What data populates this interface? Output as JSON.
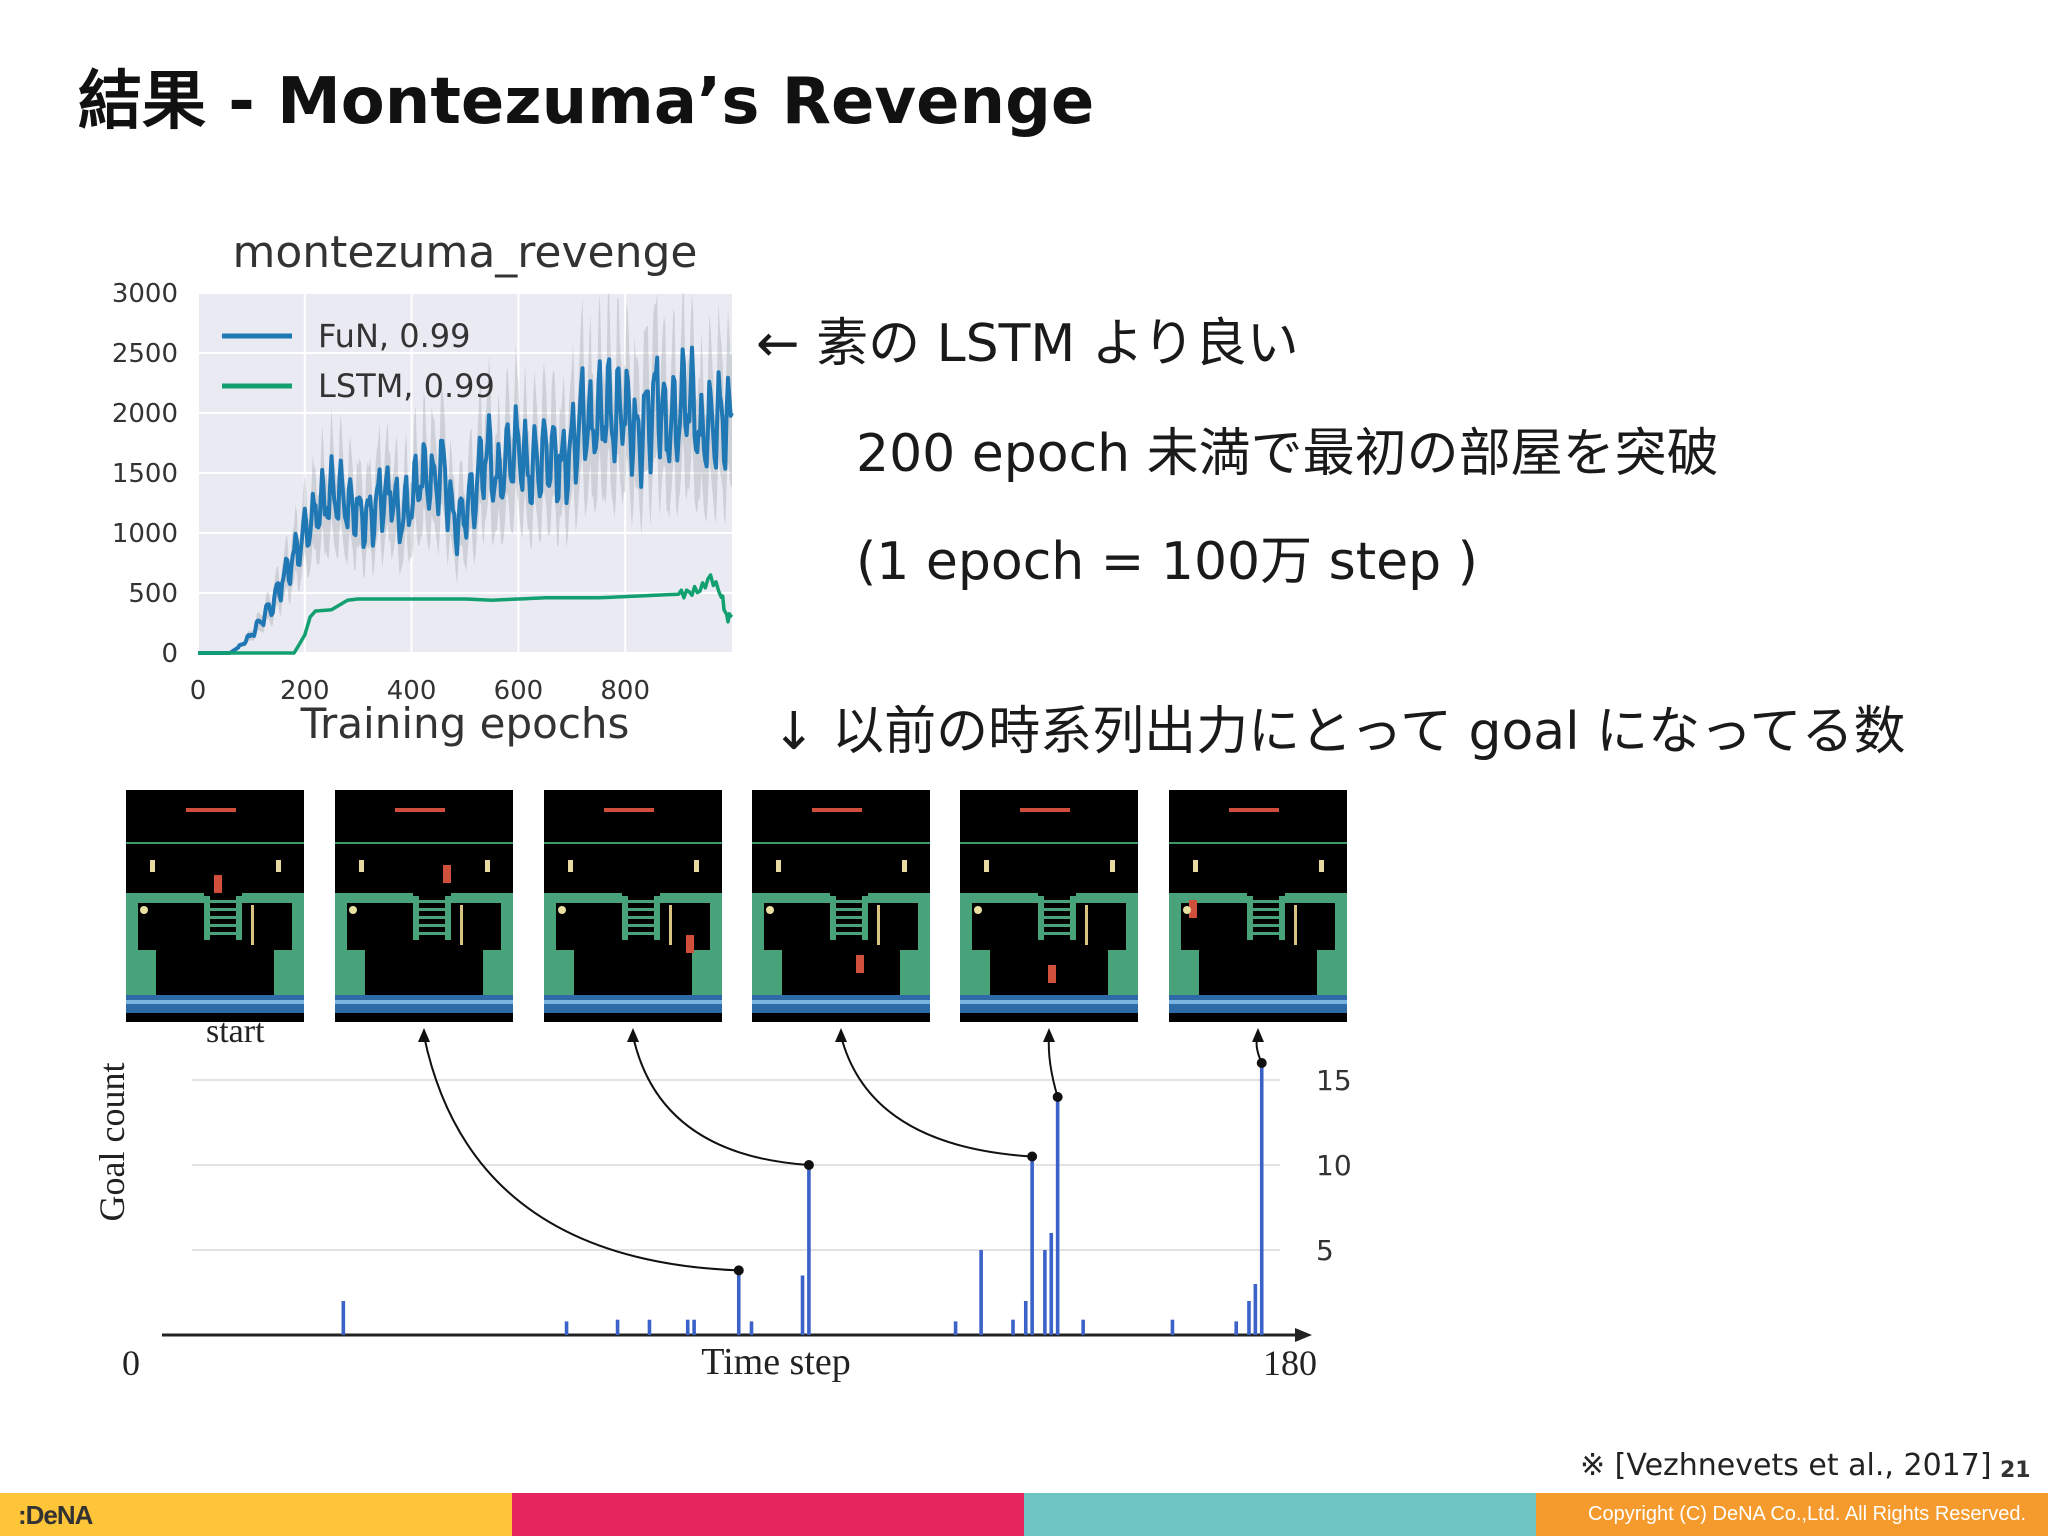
{
  "slide": {
    "title": "結果 - Montezuma’s Revenge",
    "notes": [
      "← 素の LSTM より良い",
      "200 epoch 未満で最初の部屋を突破",
      "(1 epoch = 100万 step )",
      "↓ 以前の時系列出力にとって goal になってる数"
    ],
    "citation": "※ [Vezhnevets et al., 2017]",
    "page_number": "21",
    "logo": ":DeNA",
    "copyright": "Copyright (C) DeNA Co.,Ltd. All Rights Reserved."
  },
  "colors": {
    "fun": "#1f77b4",
    "lstm": "#13a070",
    "goal_bar": "#3a62c8",
    "footer": [
      "#fdc537",
      "#e6255e",
      "#6cc5c0",
      "#f59a2d"
    ]
  },
  "chart_data": [
    {
      "type": "line",
      "title": "montezuma_revenge",
      "xlabel": "Training epochs",
      "ylabel": "",
      "xlim": [
        0,
        1000
      ],
      "ylim": [
        0,
        3000
      ],
      "xticks": [
        0,
        200,
        400,
        600,
        800
      ],
      "yticks": [
        0,
        500,
        1000,
        1500,
        2000,
        2500,
        3000
      ],
      "grid": true,
      "legend": "top-left",
      "series": [
        {
          "name": "FuN, 0.99",
          "color_key": "fun",
          "x": [
            0,
            60,
            80,
            100,
            120,
            140,
            160,
            180,
            200,
            220,
            240,
            260,
            280,
            300,
            320,
            340,
            360,
            380,
            400,
            420,
            440,
            460,
            480,
            500,
            520,
            540,
            560,
            580,
            600,
            620,
            640,
            660,
            680,
            700,
            720,
            740,
            760,
            780,
            800,
            820,
            840,
            860,
            880,
            900,
            920,
            940,
            960,
            980,
            1000
          ],
          "y": [
            0,
            0,
            60,
            150,
            300,
            450,
            650,
            800,
            950,
            1100,
            1250,
            1350,
            1300,
            1200,
            1150,
            1300,
            1350,
            1100,
            1250,
            1450,
            1350,
            1550,
            1100,
            1250,
            1450,
            1700,
            1350,
            1500,
            1650,
            1500,
            1700,
            1800,
            1600,
            1700,
            1900,
            1800,
            2000,
            1950,
            2100,
            1800,
            2000,
            2200,
            1900,
            2000,
            2100,
            1700,
            1800,
            1950,
            2000
          ]
        },
        {
          "name": "LSTM, 0.99",
          "color_key": "lstm",
          "x": [
            0,
            100,
            180,
            200,
            210,
            220,
            250,
            280,
            300,
            320,
            350,
            400,
            450,
            500,
            550,
            600,
            650,
            700,
            750,
            800,
            850,
            900,
            920,
            940,
            960,
            980,
            990,
            1000
          ],
          "y": [
            0,
            0,
            0,
            150,
            300,
            350,
            360,
            440,
            450,
            450,
            450,
            450,
            450,
            450,
            440,
            450,
            460,
            460,
            460,
            470,
            480,
            490,
            510,
            520,
            640,
            480,
            300,
            300
          ]
        }
      ]
    },
    {
      "type": "bar",
      "title": "",
      "xlabel": "Time step",
      "ylabel": "Goal count",
      "xlim": [
        0,
        180
      ],
      "ylim": [
        0,
        15
      ],
      "x_tick_labels": [
        "0",
        "180"
      ],
      "yticks": [
        5,
        10,
        15
      ],
      "grid": true,
      "x": [
        30,
        65,
        73,
        78,
        84,
        85,
        92,
        94,
        102,
        103,
        126,
        130,
        135,
        137,
        138,
        140,
        141,
        142,
        146,
        160,
        170,
        172,
        173,
        174
      ],
      "values": [
        2,
        0.8,
        0.9,
        0.9,
        0.9,
        0.9,
        3.8,
        0.8,
        3.5,
        10,
        0.8,
        5,
        0.9,
        2,
        10.5,
        5,
        6,
        14,
        0.9,
        0.9,
        0.8,
        2,
        3,
        16
      ],
      "image_labels": [
        "start"
      ]
    }
  ]
}
